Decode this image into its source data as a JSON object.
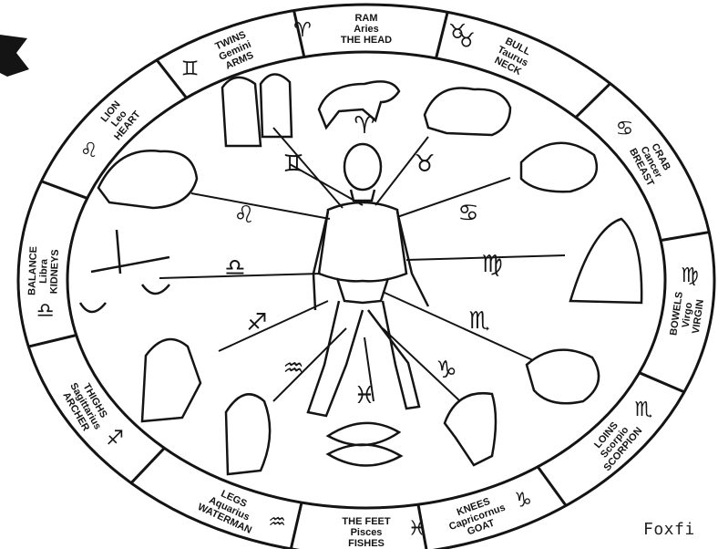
{
  "ink_color": "#141414",
  "paper_color": "#ffffff",
  "signs": [
    {
      "id": "ram",
      "lines": [
        "RAM",
        "Aries",
        "THE HEAD"
      ],
      "body_symbol": "♈",
      "ring_glyph": "♈"
    },
    {
      "id": "bull",
      "lines": [
        "BULL",
        "Taurus",
        "NECK"
      ],
      "body_symbol": "♉",
      "ring_glyph": "♉"
    },
    {
      "id": "crab",
      "lines": [
        "CRAB",
        "Cancer",
        "BREAST"
      ],
      "body_symbol": "♋",
      "ring_glyph": "♋"
    },
    {
      "id": "virgin",
      "lines": [
        "VIRGIN",
        "Virgo",
        "BOWELS"
      ],
      "body_symbol": "♍",
      "ring_glyph": "♍"
    },
    {
      "id": "scorpion",
      "lines": [
        "SCORPION",
        "Scorpio",
        "LOINS"
      ],
      "body_symbol": "♏",
      "ring_glyph": "♏"
    },
    {
      "id": "goat",
      "lines": [
        "GOAT",
        "Capricornus",
        "KNEES"
      ],
      "body_symbol": "♑",
      "ring_glyph": "♑"
    },
    {
      "id": "fishes",
      "lines": [
        "FISHES",
        "Pisces",
        "THE FEET"
      ],
      "body_symbol": "♓",
      "ring_glyph": "♓"
    },
    {
      "id": "waterman",
      "lines": [
        "WATERMAN",
        "Aquarius",
        "LEGS"
      ],
      "body_symbol": "♒",
      "ring_glyph": "♒"
    },
    {
      "id": "archer",
      "lines": [
        "ARCHER",
        "Sagittarius",
        "THIGHS"
      ],
      "body_symbol": "♐",
      "ring_glyph": "♐"
    },
    {
      "id": "balance",
      "lines": [
        "BALANCE",
        "Libra",
        "KIDNEYS"
      ],
      "body_symbol": "♎",
      "ring_glyph": "♎"
    },
    {
      "id": "lion",
      "lines": [
        "LION",
        "Leo",
        "HEART"
      ],
      "body_symbol": "♌",
      "ring_glyph": "♌"
    },
    {
      "id": "twins",
      "lines": [
        "TWINS",
        "Gemini",
        "ARMS"
      ],
      "body_symbol": "♊",
      "ring_glyph": "♊"
    }
  ],
  "corner_mark_icon": "torn-corner-icon",
  "credit": "Foxfi"
}
